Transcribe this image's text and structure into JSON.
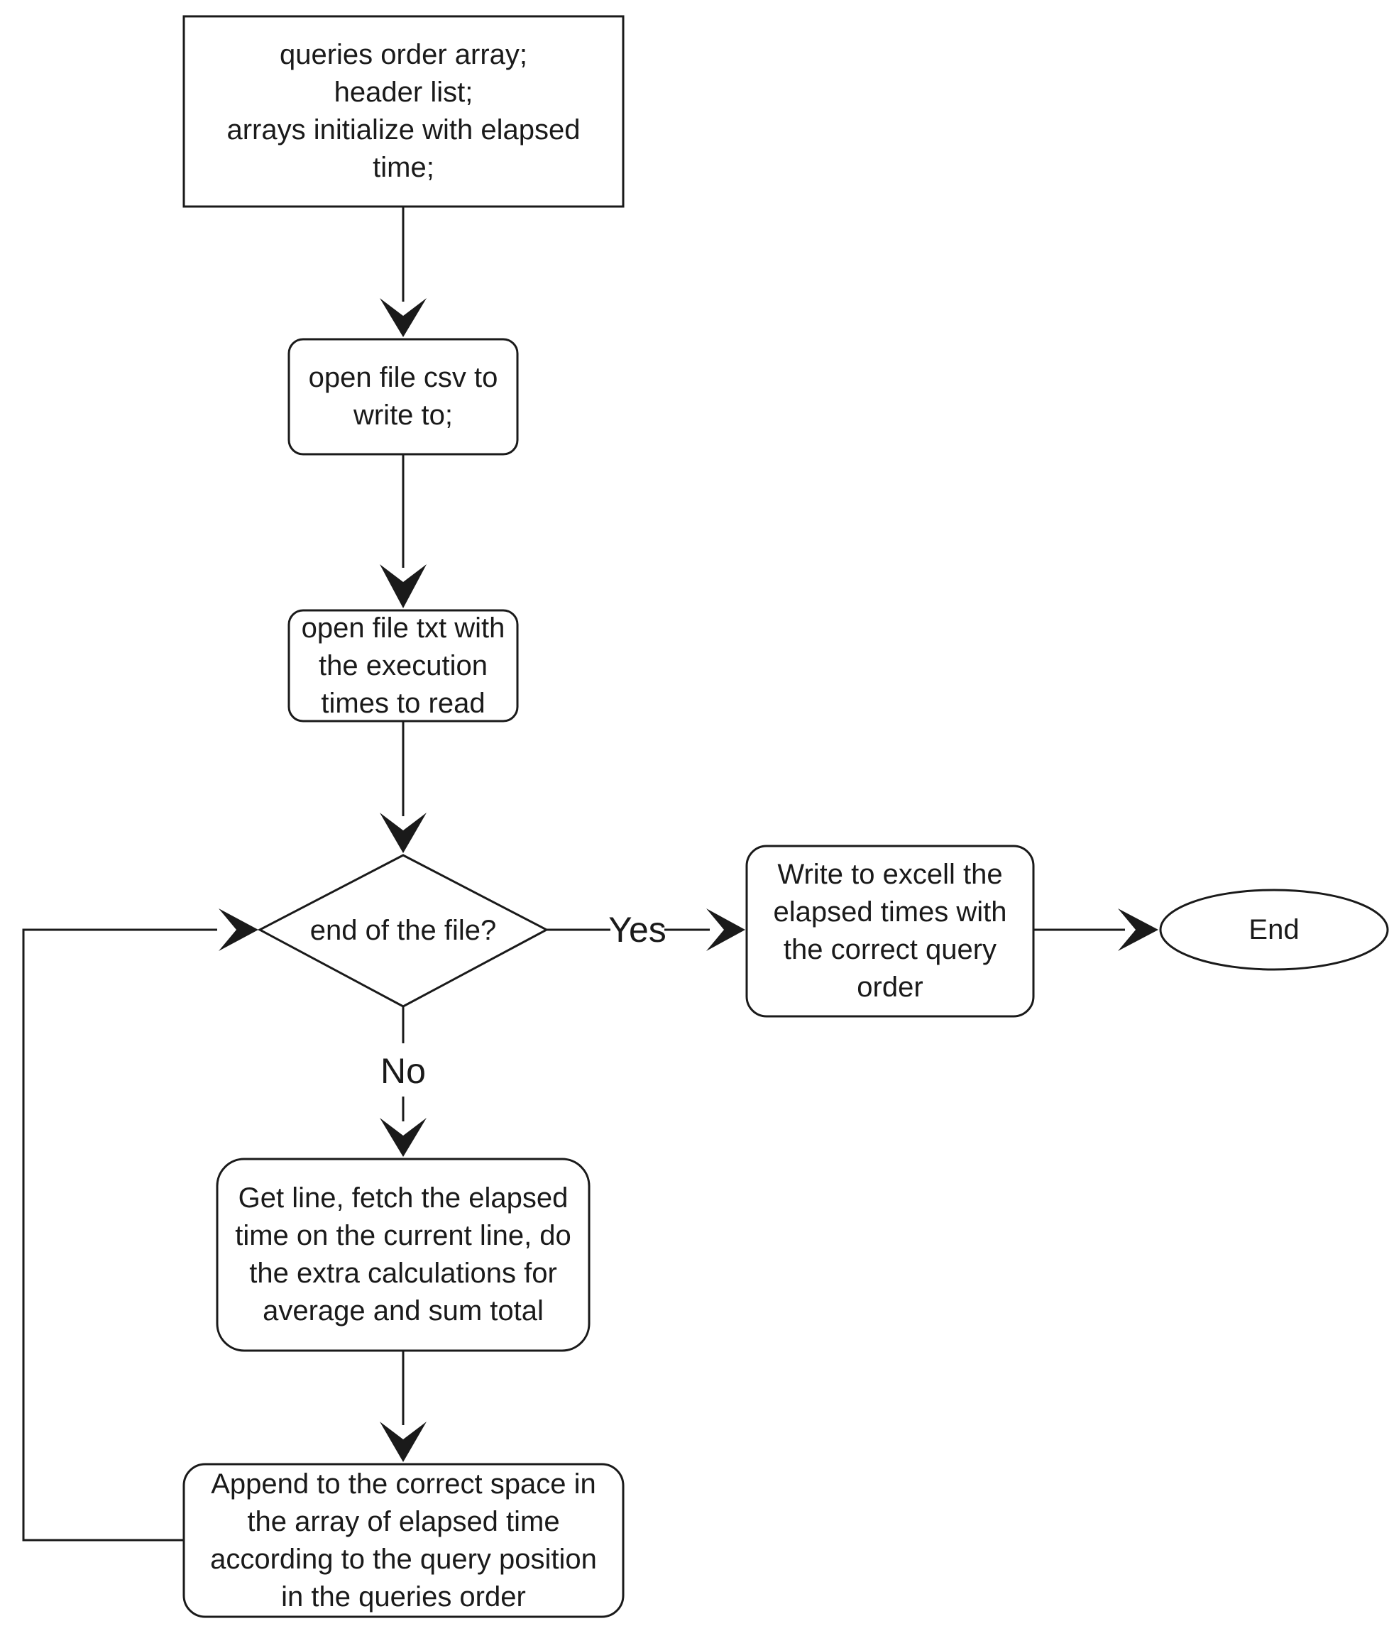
{
  "nodes": {
    "init": {
      "lines": [
        "queries order array;",
        "header list;",
        "arrays initialize with elapsed",
        "time;"
      ]
    },
    "open_csv": {
      "lines": [
        "open file csv to",
        "write to;"
      ]
    },
    "open_txt": {
      "lines": [
        "open file txt with",
        "the execution",
        "times to read"
      ]
    },
    "decision": {
      "lines": [
        "end of the file?"
      ]
    },
    "write_excel": {
      "lines": [
        "Write to excell the",
        "elapsed times with",
        "the correct query",
        "order"
      ]
    },
    "end": {
      "lines": [
        "End"
      ]
    },
    "get_line": {
      "lines": [
        "Get line, fetch the elapsed",
        "time on the current line, do",
        "the extra calculations for",
        "average and sum total"
      ]
    },
    "append": {
      "lines": [
        "Append to the correct space in",
        "the array of elapsed time",
        "according to the query position",
        "in the queries order"
      ]
    }
  },
  "edges": {
    "yes_label": "Yes",
    "no_label": "No"
  }
}
